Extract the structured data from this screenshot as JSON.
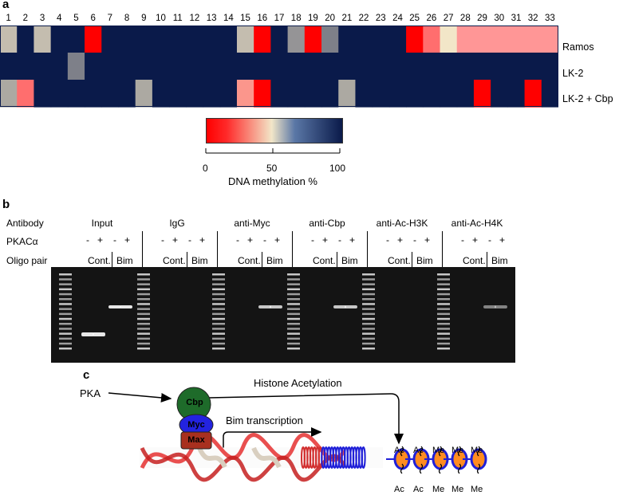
{
  "panel_a": {
    "letter": "a",
    "columns": [
      "1",
      "2",
      "3",
      "4",
      "5",
      "6",
      "7",
      "8",
      "9",
      "10",
      "11",
      "12",
      "13",
      "14",
      "15",
      "16",
      "17",
      "18",
      "19",
      "20",
      "21",
      "22",
      "23",
      "24",
      "25",
      "26",
      "27",
      "28",
      "29",
      "30",
      "31",
      "32",
      "33"
    ],
    "rows": [
      "Ramos",
      "LK-2",
      "LK-2 + Cbp"
    ],
    "methylation_percent": [
      [
        60,
        100,
        60,
        100,
        100,
        0,
        100,
        100,
        100,
        100,
        100,
        100,
        100,
        100,
        60,
        5,
        100,
        70,
        5,
        75,
        100,
        100,
        100,
        100,
        5,
        20,
        50,
        30,
        30,
        30,
        30,
        30,
        30
      ],
      [
        100,
        100,
        100,
        100,
        75,
        100,
        100,
        100,
        100,
        100,
        100,
        100,
        100,
        100,
        100,
        100,
        100,
        100,
        100,
        100,
        100,
        100,
        100,
        100,
        100,
        100,
        100,
        100,
        100,
        100,
        100,
        100,
        100
      ],
      [
        65,
        25,
        100,
        100,
        100,
        100,
        100,
        100,
        65,
        100,
        100,
        100,
        100,
        100,
        40,
        5,
        100,
        100,
        100,
        100,
        65,
        100,
        100,
        100,
        100,
        100,
        100,
        100,
        0,
        100,
        100,
        0,
        100
      ]
    ],
    "colorbar": {
      "ticks": [
        "0",
        "50",
        "100"
      ],
      "label": "DNA methylation %",
      "stops": [
        "#ff0000",
        "#f2e6c8",
        "#0a1a4a"
      ]
    }
  },
  "panel_b": {
    "letter": "b",
    "row_labels": [
      "Antibody",
      "PKACα",
      "Oligo pair"
    ],
    "groups": [
      {
        "antibody": "Input",
        "pka": [
          "-",
          "+",
          "-",
          "+"
        ],
        "oligos": [
          "Cont.",
          "Bim"
        ],
        "cont_band": 0.95,
        "bim_band": 0.95
      },
      {
        "antibody": "IgG",
        "pka": [
          "-",
          "+",
          "-",
          "+"
        ],
        "oligos": [
          "Cont.",
          "Bim"
        ],
        "cont_band": 0,
        "bim_band": 0
      },
      {
        "antibody": "anti-Myc",
        "pka": [
          "-",
          "+",
          "-",
          "+"
        ],
        "oligos": [
          "Cont.",
          "Bim"
        ],
        "cont_band": 0,
        "bim_band": 0.8
      },
      {
        "antibody": "anti-Cbp",
        "pka": [
          "-",
          "+",
          "-",
          "+"
        ],
        "oligos": [
          "Cont.",
          "Bim"
        ],
        "cont_band": 0,
        "bim_band": 0.8
      },
      {
        "antibody": "anti-Ac-H3K",
        "pka": [
          "-",
          "+",
          "-",
          "+"
        ],
        "oligos": [
          "Cont.",
          "Bim"
        ],
        "cont_band": 0,
        "bim_band": 0
      },
      {
        "antibody": "anti-Ac-H4K",
        "pka": [
          "-",
          "+",
          "-",
          "+"
        ],
        "oligos": [
          "Cont.",
          "Bim"
        ],
        "cont_band": 0,
        "bim_band": 0.5
      }
    ]
  },
  "panel_c": {
    "letter": "c",
    "pka_label": "PKA",
    "histone_label": "Histone Acetylation",
    "transcription_label": "Bim transcription",
    "cbp_label": "Cbp",
    "myc_label": "Myc",
    "max_label": "Max",
    "nucleosome_marks_top": [
      "Ac",
      "Ac",
      "Me",
      "Me",
      "Me"
    ],
    "nucleosome_marks_bottom": [
      "Ac",
      "Ac",
      "Me",
      "Me",
      "Me"
    ]
  }
}
